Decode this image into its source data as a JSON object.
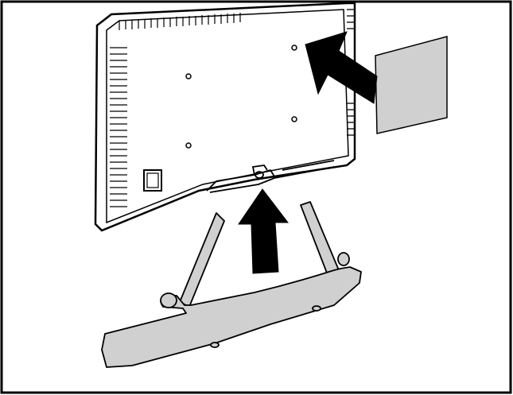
{
  "figure": {
    "caption": "",
    "components": [
      {
        "id": "monitor",
        "name": "monitor-back-panel"
      },
      {
        "id": "plate",
        "name": "cover-plate"
      },
      {
        "id": "stand",
        "name": "stand-base"
      },
      {
        "id": "arrow-left",
        "name": "insert-arrow-left"
      },
      {
        "id": "arrow-up",
        "name": "insert-arrow-up"
      }
    ],
    "colors": {
      "frame": "#000000",
      "background": "#ffffff",
      "panel_fill": "#ffffff",
      "part_fill": "#d0d0d0",
      "arrow": "#000000"
    }
  }
}
